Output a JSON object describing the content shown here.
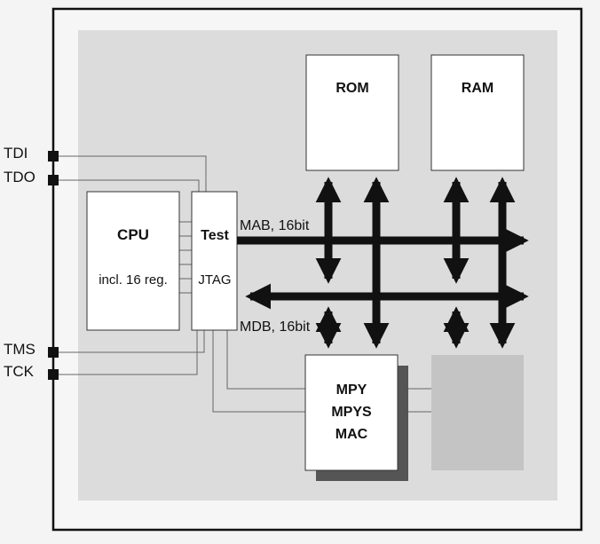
{
  "diagram": {
    "pins": {
      "tdi": "TDI",
      "tdo": "TDO",
      "tms": "TMS",
      "tck": "TCK"
    },
    "blocks": {
      "cpu_title": "CPU",
      "cpu_sub": "incl. 16 reg.",
      "test_title": "Test",
      "test_sub": "JTAG",
      "rom": "ROM",
      "ram": "RAM",
      "mpy_line1": "MPY",
      "mpy_line2": "MPYS",
      "mpy_line3": "MAC"
    },
    "buses": {
      "mab": "MAB, 16bit",
      "mdb": "MDB, 16bit"
    },
    "colors": {
      "chip_fill": "#dcdcdc",
      "block_fill": "#ffffff",
      "ghost_block": "#c8c8c8",
      "shadow": "#555555",
      "arrow": "#111111"
    }
  }
}
